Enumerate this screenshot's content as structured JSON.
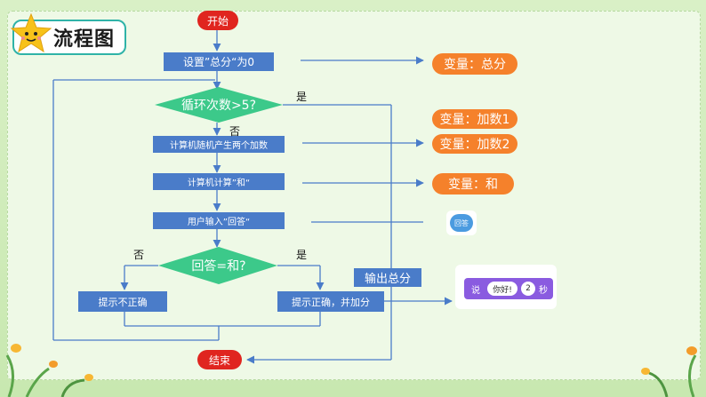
{
  "title": "流程图",
  "nodes": {
    "start": "开始",
    "set_total": "设置”总分“为0",
    "loop_cond": "循环次数>5?",
    "random": "计算机随机产生两个加数",
    "compute": "计算机计算”和“",
    "input": "用户输入”回答“",
    "check_cond": "回答=和?",
    "wrong": "提示不正确",
    "right": "提示正确，并加分",
    "output": "输出总分",
    "end": "结束"
  },
  "labels": {
    "yes_loop": "是",
    "no_loop": "否",
    "no_check": "否",
    "yes_check": "是"
  },
  "variables": [
    "变量：总分",
    "变量：加数1",
    "变量：加数2",
    "变量：和"
  ],
  "blocks": {
    "answer": "回答",
    "say_word": "说",
    "say_text": "你好!",
    "say_num": "2",
    "say_unit": "秒"
  },
  "colors": {
    "process": "#4a7cc9",
    "decision": "#3cc98a",
    "terminal": "#e0251f",
    "variable": "#f5812b",
    "say_block": "#8a5be0",
    "answer_block": "#4b9be0"
  }
}
